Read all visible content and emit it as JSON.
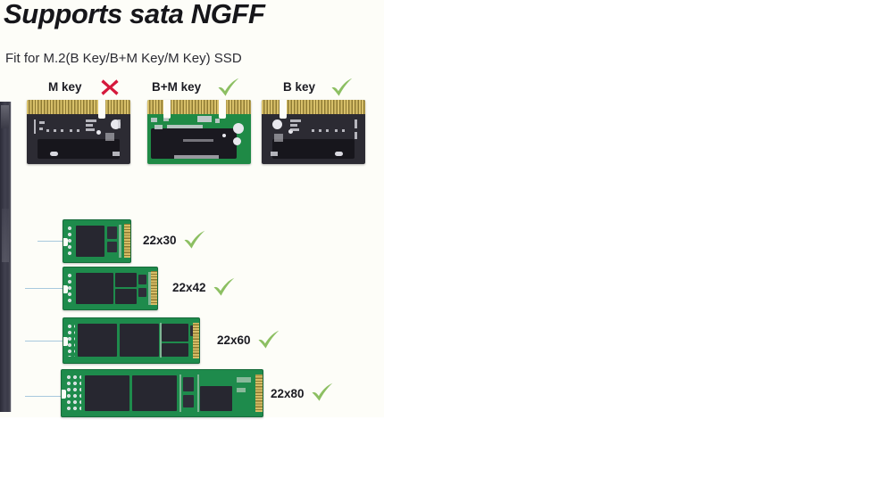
{
  "page": {
    "title": "Supports sata NGFF",
    "subtitle": "Fit for M.2(B Key/B+M Key/M Key) SSD",
    "background": "#ffffff",
    "panel_background": "#fdfdf8"
  },
  "colors": {
    "check_green": "#8cbf62",
    "cross_red": "#d5193c",
    "pcb_green": "#1e8b4c",
    "pcb_black": "#2c2b33",
    "gold": "#d8c06a",
    "leader_blue": "#a8c9de",
    "text": "#1b1b22"
  },
  "key_types": [
    {
      "label": "M key",
      "mark": "cross-icon",
      "mark_symbol": "✘",
      "supported": false,
      "board_color": "black",
      "notch": "right"
    },
    {
      "label": "B+M key",
      "mark": "check-icon",
      "mark_symbol": "✓",
      "supported": true,
      "board_color": "green",
      "notch": "both"
    },
    {
      "label": "B key",
      "mark": "check-icon",
      "mark_symbol": "✓",
      "supported": true,
      "board_color": "black",
      "notch": "left"
    }
  ],
  "sizes": [
    {
      "label": "22x30",
      "mark": "check-icon",
      "supported": true
    },
    {
      "label": "22x42",
      "mark": "check-icon",
      "supported": true
    },
    {
      "label": "22x60",
      "mark": "check-icon",
      "supported": true
    },
    {
      "label": "22x80",
      "mark": "check-icon",
      "supported": true
    }
  ]
}
